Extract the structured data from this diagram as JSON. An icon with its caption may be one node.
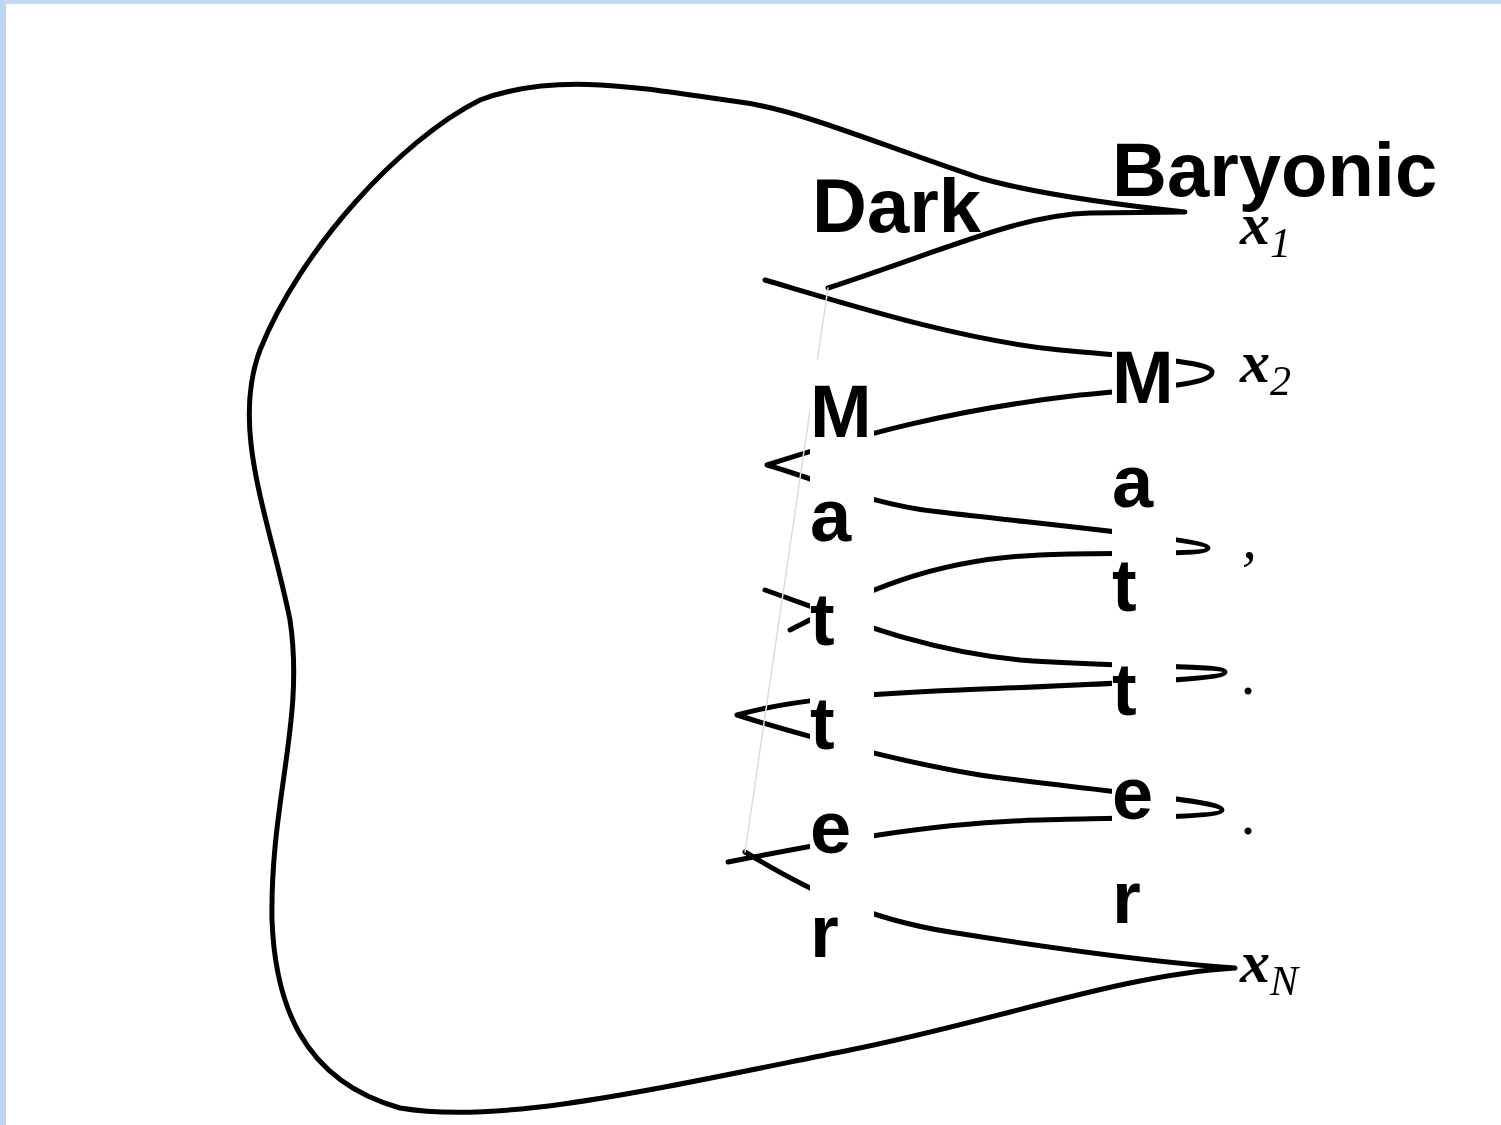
{
  "diagram": {
    "labels": [
      "Baryonic",
      "Dark",
      "**x**$_{1}$",
      "**x**$_{2}$",
      "Matter",
      "Matter",
      ",",
      ".",
      ".",
      "**x**$_{N}$"
    ]
  }
}
